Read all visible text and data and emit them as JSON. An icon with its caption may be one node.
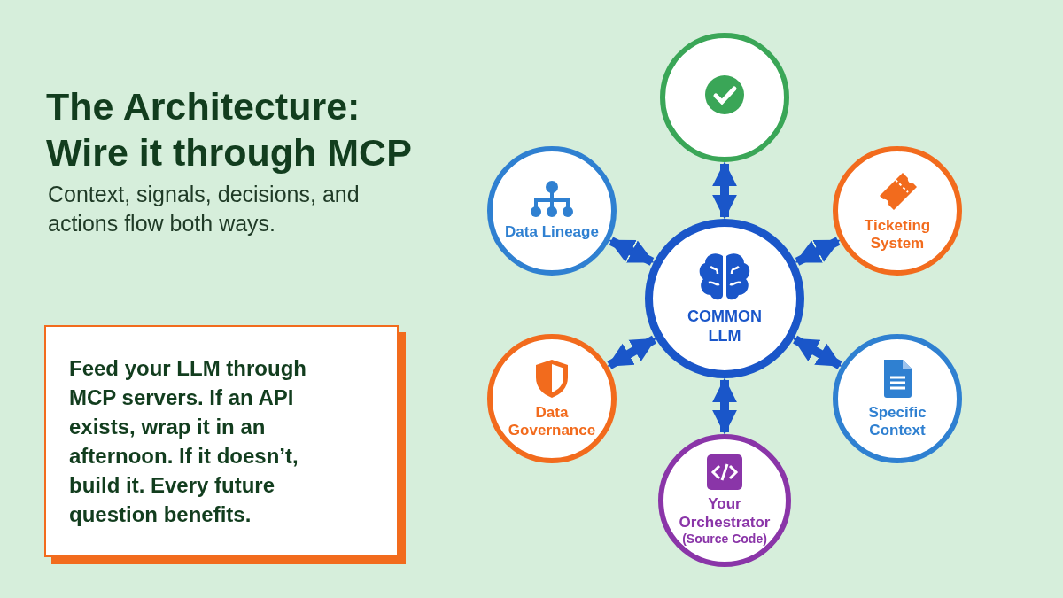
{
  "diagram": {
    "title": "The Architecture: Wire it through MCP",
    "nodes": [
      {
        "text": [
          "COMMON LLM"
        ]
      },
      {
        "text": [],
        "shape": "circle"
      },
      {
        "text": [
          "Data Lineage"
        ]
      },
      {
        "text": [
          "Ticketing System"
        ]
      },
      {
        "text": [
          "Data Governance"
        ]
      },
      {
        "text": [
          "Specific Context"
        ]
      },
      {
        "text": [
          "Your Orchestrator",
          "(Source Code)"
        ]
      },
      {
        "text": [
          "Feed your LLM through MCP servers. If an API exists, wrap it in an afternoon. If it doesn’t, build it. Every future question benefits."
        ]
      }
    ],
    "edges": [
      {
        "from": 0,
        "to": 1,
        "arrow": "both"
      },
      {
        "from": 0,
        "to": 2,
        "arrow": "both"
      },
      {
        "from": 0,
        "to": 3,
        "arrow": "both"
      },
      {
        "from": 0,
        "to": 4,
        "arrow": "both"
      },
      {
        "from": 0,
        "to": 5,
        "arrow": "both"
      },
      {
        "from": 0,
        "to": 6,
        "arrow": "both"
      }
    ],
    "labels": [
      "Context, signals, decisions, and actions flow both ways."
    ]
  }
}
